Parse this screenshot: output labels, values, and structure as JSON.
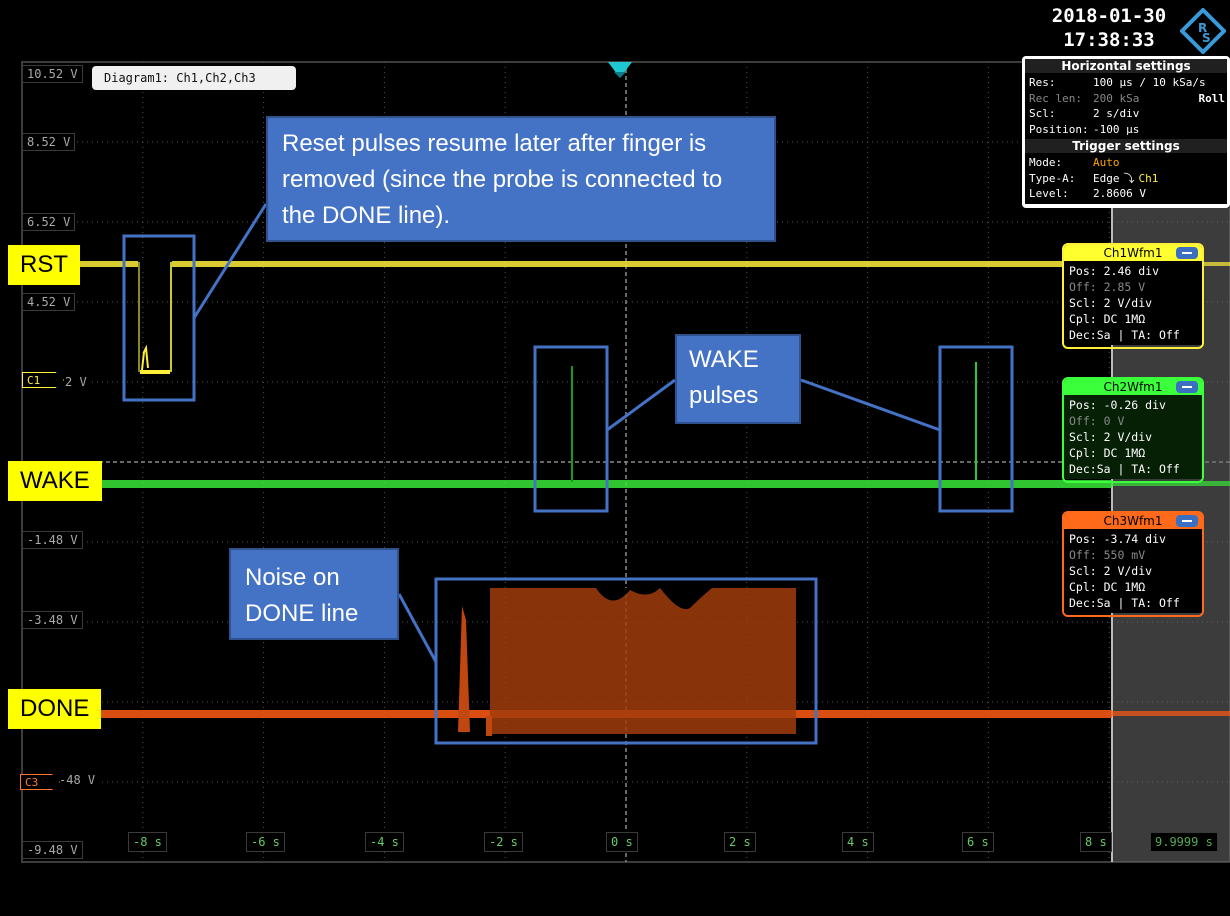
{
  "header": {
    "date": "2018-01-30",
    "time": "17:38:33",
    "logo_icon": "rohde-schwarz-logo"
  },
  "diagram": {
    "tab_label": "Diagram1: Ch1,Ch2,Ch3"
  },
  "y_axis_labels": [
    "10.52 V",
    "8.52 V",
    "6.52 V",
    "4.52 V",
    "2 V",
    "-1.48 V",
    "-3.48 V",
    "-48 V",
    "-9.48 V"
  ],
  "x_axis_labels": [
    "-8 s",
    "-6 s",
    "-4 s",
    "-2 s",
    "0 s",
    "2 s",
    "4 s",
    "6 s",
    "8 s",
    "9.9999 s"
  ],
  "channel_markers": {
    "c1": "C1",
    "c3": "C3"
  },
  "signal_labels": {
    "rst": "RST",
    "wake": "WAKE",
    "done": "DONE"
  },
  "horizontal_settings": {
    "title": "Horizontal settings",
    "rows": [
      {
        "key": "Res:",
        "value": "100 µs / 10 kSa/s"
      },
      {
        "key": "Rec len:",
        "value": "200 kSa"
      },
      {
        "key": "Scl:",
        "value": "2 s/div"
      },
      {
        "key": "Position:",
        "value": "-100 µs"
      }
    ],
    "mode": "Roll"
  },
  "trigger_settings": {
    "title": "Trigger settings",
    "mode_key": "Mode:",
    "mode_value": "Auto",
    "type_key": "Type-A:",
    "type_value": "Edge",
    "type_source": "Ch1",
    "level_key": "Level:",
    "level_value": "2.8606 V"
  },
  "waveforms": [
    {
      "title": "Ch1Wfm1",
      "pos": "Pos: 2.46 div",
      "off": "Off: 2.85 V",
      "scl": "Scl: 2 V/div",
      "cpl": "Cpl: DC 1MΩ",
      "dec": "Dec:Sa | TA: Off",
      "color": "#ffff30"
    },
    {
      "title": "Ch2Wfm1",
      "pos": "Pos: -0.26 div",
      "off": "Off: 0 V",
      "scl": "Scl: 2 V/div",
      "cpl": "Cpl: DC 1MΩ",
      "dec": "Dec:Sa | TA: Off",
      "color": "#3aff3a"
    },
    {
      "title": "Ch3Wfm1",
      "pos": "Pos: -3.74 div",
      "off": "Off: 550 mV",
      "scl": "Scl: 2 V/div",
      "cpl": "Cpl: DC 1MΩ",
      "dec": "Dec:Sa | TA: Off",
      "color": "#ff6a1a"
    }
  ],
  "callouts": {
    "reset": "Reset pulses resume later after finger is removed (since the probe is connected to the DONE line).",
    "wake_line1": "WAKE",
    "wake_line2": "pulses",
    "noise_line1": "Noise on",
    "noise_line2": "DONE line"
  },
  "colors": {
    "ch1": "#ffef3a",
    "ch2": "#39e639",
    "ch3": "#ff5a14",
    "callout": "#4472c4",
    "label_bg": "#ffff00"
  }
}
